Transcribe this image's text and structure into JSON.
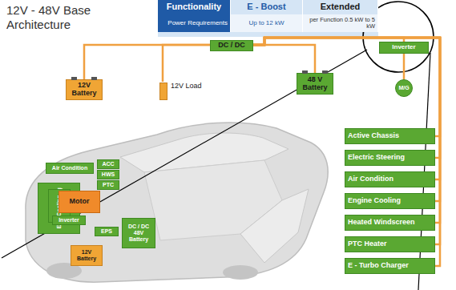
{
  "diagram": {
    "title": "12V - 48V Base Architecture",
    "nodes": [
      {
        "text": [
          "DC / DC"
        ]
      },
      {
        "text": [
          "12V Battery"
        ]
      },
      {
        "text": [
          "12V Load"
        ]
      },
      {
        "text": [
          "48 V Battery"
        ]
      },
      {
        "text": [
          "Inverter"
        ]
      },
      {
        "text": [
          "M/G"
        ]
      },
      {
        "text": [
          "Active Chassis"
        ]
      },
      {
        "text": [
          "Electric Steering"
        ]
      },
      {
        "text": [
          "Air Condition"
        ]
      },
      {
        "text": [
          "Engine Cooling"
        ]
      },
      {
        "text": [
          "Heated Windscreen"
        ]
      },
      {
        "text": [
          "PTC Heater"
        ]
      },
      {
        "text": [
          "E - Turbo Charger"
        ]
      },
      {
        "text": [
          "Air Condition"
        ]
      },
      {
        "text": [
          "ACC"
        ]
      },
      {
        "text": [
          "HWS"
        ]
      },
      {
        "text": [
          "PTC"
        ]
      },
      {
        "text": [
          "Engine Cooling"
        ]
      },
      {
        "text": [
          "Cooling"
        ]
      },
      {
        "text": [
          "Motor"
        ]
      },
      {
        "text": [
          "Inverter"
        ]
      },
      {
        "text": [
          "EPS"
        ]
      },
      {
        "text": [
          "DC / DC",
          "48V Battery"
        ]
      },
      {
        "text": [
          "12V Battery"
        ]
      }
    ],
    "edges": [
      {
        "from": 1,
        "to": 0,
        "arrow": "none"
      },
      {
        "from": 2,
        "to": 0,
        "arrow": "none"
      },
      {
        "from": 0,
        "to": 3,
        "arrow": "none"
      },
      {
        "from": 0,
        "to": 4,
        "arrow": "none"
      },
      {
        "from": 4,
        "to": 5,
        "arrow": "none"
      },
      {
        "from": 0,
        "to": 6,
        "arrow": "none"
      },
      {
        "from": 0,
        "to": 7,
        "arrow": "none"
      },
      {
        "from": 0,
        "to": 8,
        "arrow": "none"
      },
      {
        "from": 0,
        "to": 9,
        "arrow": "none"
      },
      {
        "from": 0,
        "to": 10,
        "arrow": "none"
      },
      {
        "from": 0,
        "to": 11,
        "arrow": "none"
      },
      {
        "from": 0,
        "to": 12,
        "arrow": "none"
      }
    ],
    "labels": [
      "Functionality",
      "E - Boost",
      "Extended",
      "Power Requirements",
      "Up to 12 kW",
      "per Function 0.5 kW to 5 kW"
    ]
  }
}
